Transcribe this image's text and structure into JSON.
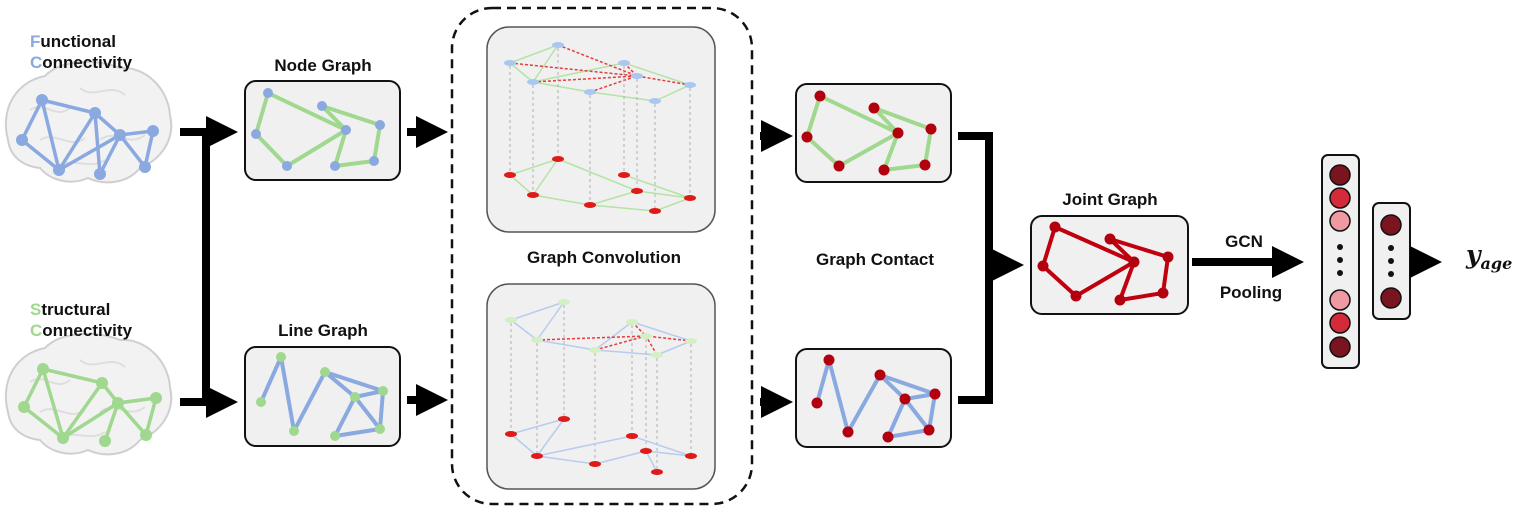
{
  "inputs": {
    "functional": {
      "first_letter": "F",
      "rest_line1": "unctional",
      "second_letter": "C",
      "rest_line2": "onnectivity"
    },
    "structural": {
      "first_letter": "S",
      "rest_line1": "tructural",
      "second_letter": "C",
      "rest_line2": "onnectivity"
    }
  },
  "labels": {
    "node_graph": "Node Graph",
    "line_graph": "Line Graph",
    "graph_convolution": "Graph Convolution",
    "graph_contact": "Graph Contact",
    "joint_graph": "Joint Graph",
    "gcn": "GCN",
    "pooling": "Pooling"
  },
  "output": {
    "symbol": "y",
    "subscript": "age"
  },
  "colors": {
    "functional_blue": "#8aa9e0",
    "structural_green": "#9fd88e",
    "node_red": "#b3000f",
    "panel_bg": "#f0f0f0",
    "arrow": "#000000",
    "vector_dark": "#7a1520",
    "vector_mid": "#d42b3a",
    "vector_light": "#ef9aa3"
  }
}
